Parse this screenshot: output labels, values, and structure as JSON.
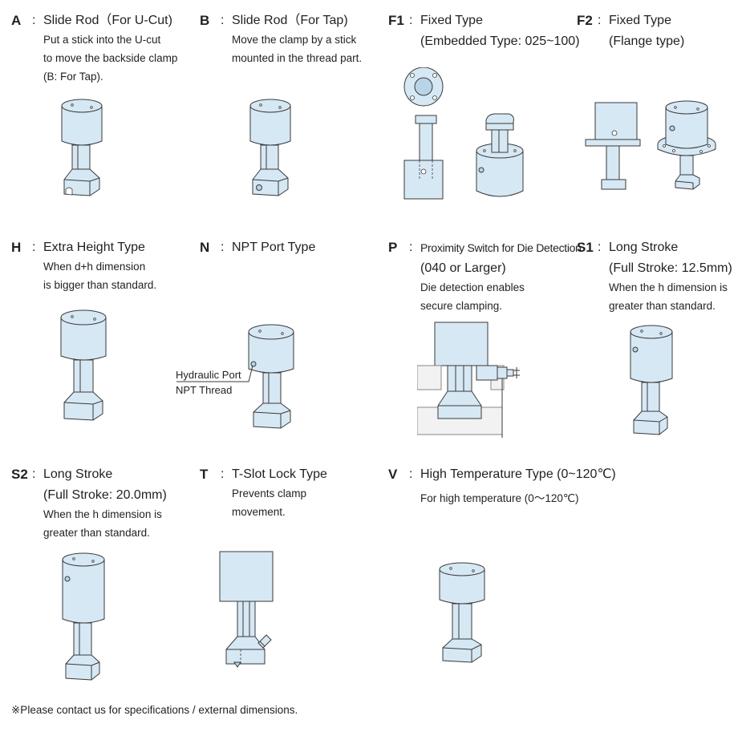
{
  "items": [
    {
      "code": "A",
      "title": "Slide Rod（For U-Cut)",
      "subtitle": "",
      "desc": [
        "Put a stick into the U-cut",
        "to move the backside clamp",
        "(B: For Tap)."
      ]
    },
    {
      "code": "B",
      "title": "Slide Rod（For Tap)",
      "subtitle": "",
      "desc": [
        "Move the clamp by a stick",
        "mounted in the thread part."
      ]
    },
    {
      "code": "F1",
      "title": "Fixed Type",
      "subtitle": "(Embedded Type: 025~100)",
      "desc": []
    },
    {
      "code": "F2",
      "title": "Fixed Type",
      "subtitle": "(Flange type)",
      "desc": []
    },
    {
      "code": "H",
      "title": "Extra Height Type",
      "subtitle": "",
      "desc": [
        "When d+h dimension",
        "is bigger than standard."
      ]
    },
    {
      "code": "N",
      "title": "NPT Port Type",
      "subtitle": "",
      "desc": []
    },
    {
      "code": "P",
      "title": "Proximity Switch for Die Detection",
      "subtitle": "(040 or Larger)",
      "desc": [
        "Die detection enables",
        "secure clamping."
      ]
    },
    {
      "code": "S1",
      "title": "Long Stroke",
      "subtitle": "(Full Stroke: 12.5mm)",
      "desc": [
        "When the h dimension is",
        "greater than standard."
      ]
    },
    {
      "code": "S2",
      "title": "Long Stroke",
      "subtitle": "(Full Stroke: 20.0mm)",
      "desc": [
        "When the h dimension is",
        "greater than standard."
      ]
    },
    {
      "code": "T",
      "title": "T-Slot Lock Type",
      "subtitle": "",
      "desc": [
        "Prevents clamp",
        "movement."
      ]
    },
    {
      "code": "V",
      "title": "High Temperature Type (0~120℃)",
      "subtitle": "",
      "desc": [
        "For high temperature (0～120℃)"
      ]
    }
  ],
  "callouts": {
    "n_line1": "Hydraulic Port",
    "n_line2": "NPT Thread"
  },
  "footer": "※Please contact us for specifications / external dimensions."
}
